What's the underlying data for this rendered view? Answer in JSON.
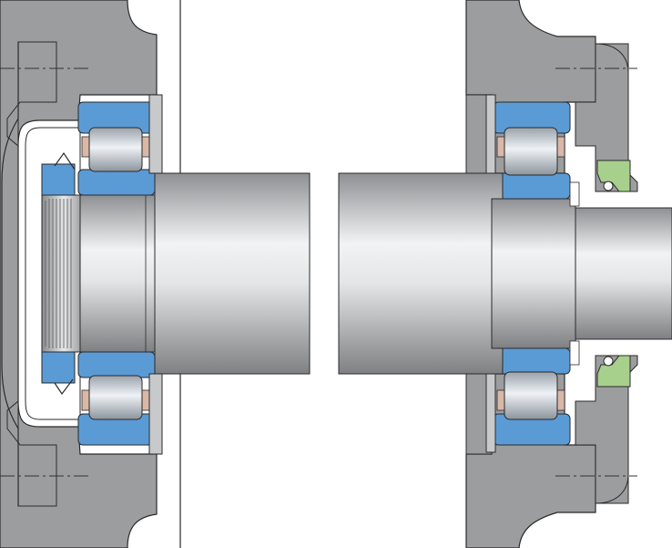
{
  "diagram": {
    "type": "bearing-arrangement-cross-section",
    "views": [
      "locating-side",
      "non-locating-side"
    ],
    "colors": {
      "housing": "#9c9d9f",
      "housing_edge": "#2a2a2a",
      "bearing_ring": "#5b9bd5",
      "roller_light": "#eef2f6",
      "roller_dark": "#9aa2aa",
      "cage": "#d9b8a8",
      "shaft_light": "#f2f3f4",
      "shaft_dark": "#8e9093",
      "seal": "#a8d08d",
      "centerline": "#333333",
      "background": "#ffffff"
    }
  }
}
